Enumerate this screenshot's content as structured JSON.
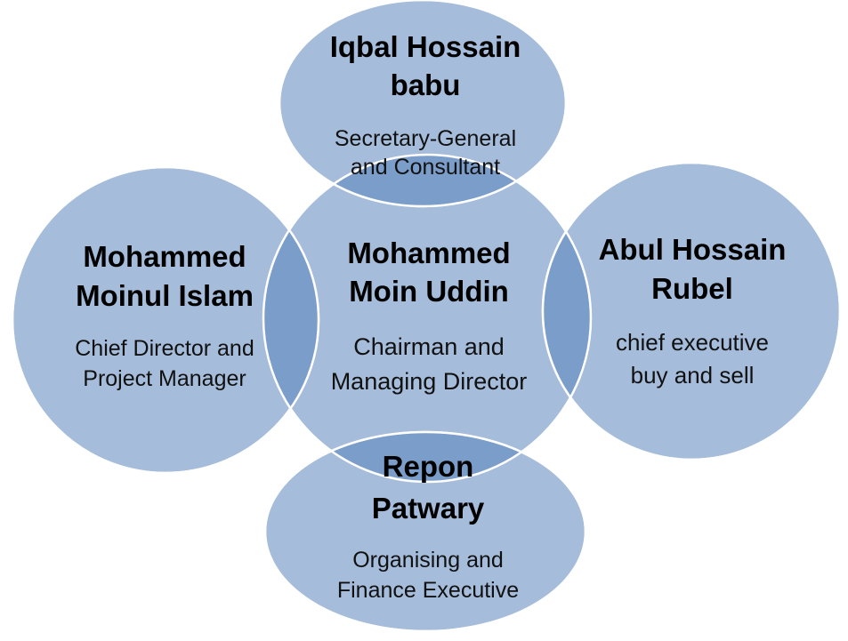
{
  "colors": {
    "circle_fill": "#a5bcdb",
    "circle_stroke": "#ffffff",
    "overlap_fill": "#7b9dca"
  },
  "nodes": {
    "center": {
      "name_lines": [
        "Mohammed",
        "Moin Uddin"
      ],
      "role_lines": [
        "Chairman and",
        "Managing Director"
      ]
    },
    "top": {
      "name_lines": [
        "Iqbal Hossain",
        "babu"
      ],
      "role_lines": [
        "Secretary-General",
        "and Consultant"
      ]
    },
    "left": {
      "name_lines": [
        "Mohammed",
        "Moinul Islam"
      ],
      "role_lines": [
        "Chief Director and",
        "Project Manager"
      ]
    },
    "right": {
      "name_lines": [
        "Abul Hossain",
        "Rubel"
      ],
      "role_lines": [
        "chief executive",
        "buy and sell"
      ]
    },
    "bottom": {
      "name_lines": [
        "Repon",
        "Patwary"
      ],
      "role_lines": [
        "Organising and",
        "Finance Executive"
      ]
    }
  }
}
